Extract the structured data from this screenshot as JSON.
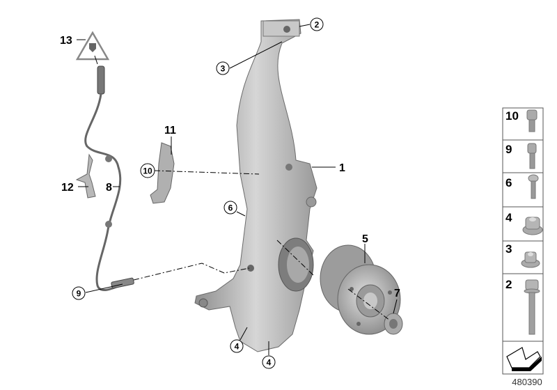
{
  "diagram_id": "480390",
  "callouts": {
    "c13": "13",
    "c2": "2",
    "c3": "3",
    "c11": "11",
    "c10": "10",
    "c12": "12",
    "c8": "8",
    "c1": "1",
    "c6": "6",
    "c5": "5",
    "c7": "7",
    "c9": "9",
    "c4a": "4",
    "c4b": "4"
  },
  "parts_panel": [
    {
      "number": "10",
      "icon": "socket-head-bolt-icon"
    },
    {
      "number": "9",
      "icon": "socket-head-bolt-icon"
    },
    {
      "number": "6",
      "icon": "torx-screw-icon"
    },
    {
      "number": "4",
      "icon": "collar-nut-icon"
    },
    {
      "number": "3",
      "icon": "hex-flange-nut-icon"
    },
    {
      "number": "2",
      "icon": "hex-flange-bolt-icon"
    }
  ],
  "colors": {
    "part_fill": "#b8b8b8",
    "part_dark": "#7a7a7a",
    "line": "#000000"
  }
}
